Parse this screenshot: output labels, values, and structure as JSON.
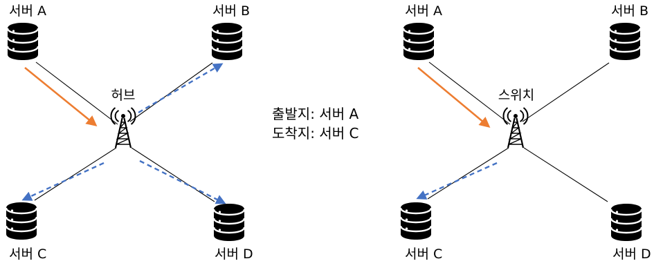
{
  "annotation": {
    "source": "출발지: 서버 A",
    "destination": "도착지: 서버 C"
  },
  "hub_diagram": {
    "device_label": "허브",
    "server_a": "서버 A",
    "server_b": "서버 B",
    "server_c": "서버 C",
    "server_d": "서버 D"
  },
  "switch_diagram": {
    "device_label": "스위치",
    "server_a": "서버 A",
    "server_b": "서버 B",
    "server_c": "서버 C",
    "server_d": "서버 D"
  },
  "colors": {
    "text": "#000000",
    "link": "#000000",
    "icon": "#000000",
    "source_arrow": "#ED7D31",
    "forward_arrow": "#4472C4"
  },
  "icons": {
    "server": "database-icon",
    "hub": "broadcast-tower-icon",
    "switch": "broadcast-tower-icon"
  }
}
